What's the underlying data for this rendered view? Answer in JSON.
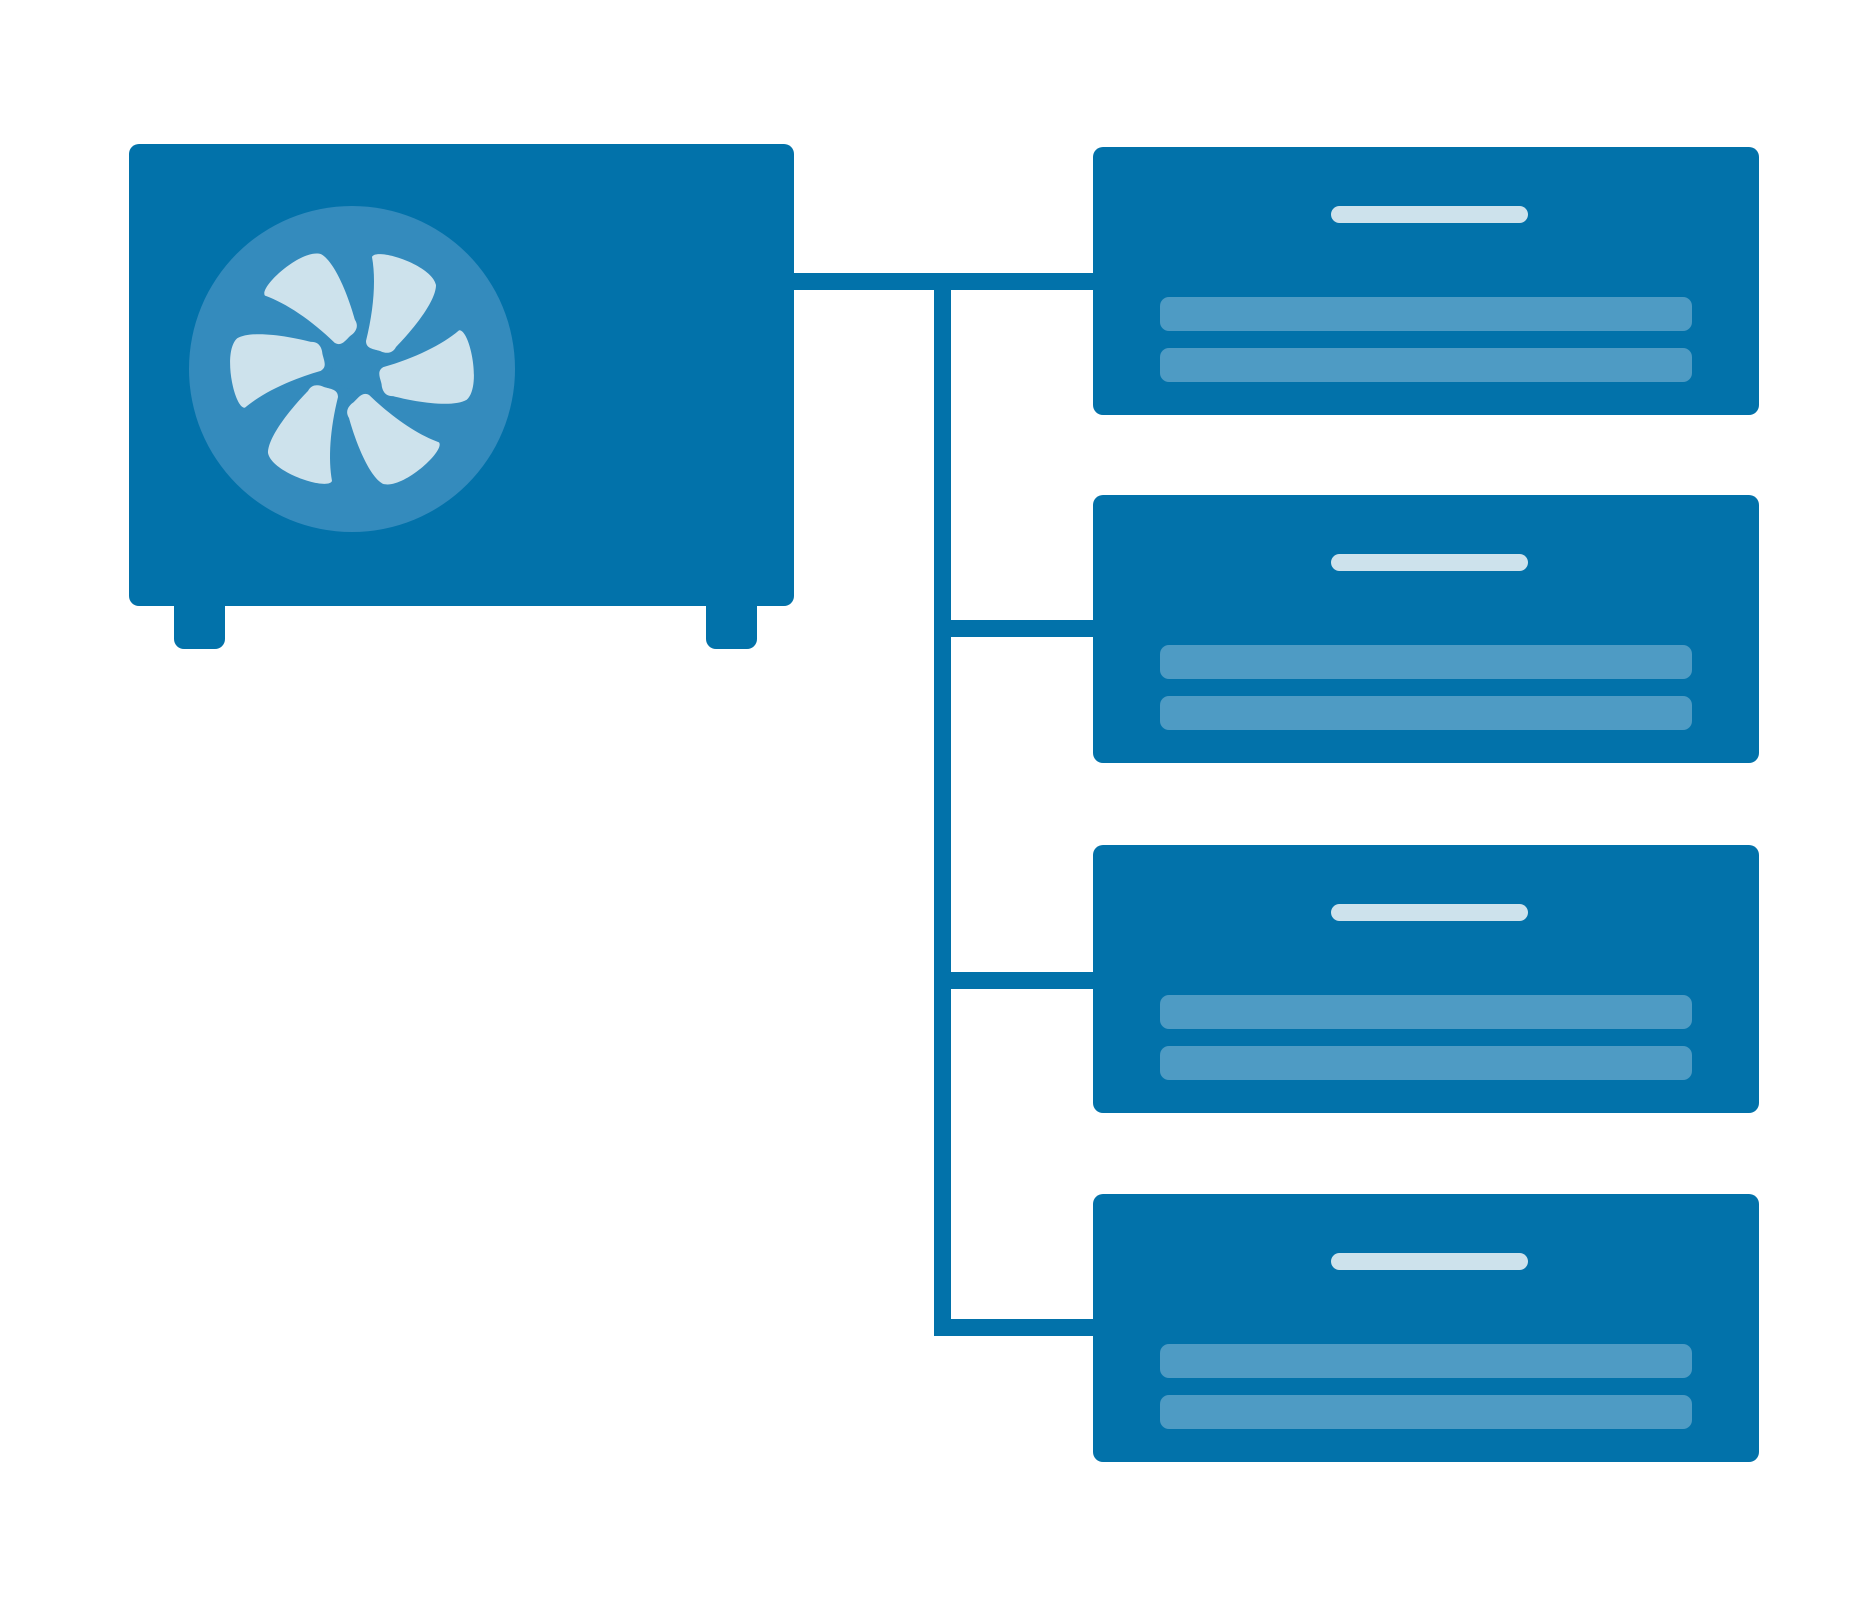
{
  "colors": {
    "unit": "#0272aa",
    "fan_ring": "#348bbd",
    "fan_blade": "#cde2ec",
    "panel_bar": "#4e9bc4",
    "panel_slot": "#cde2ec",
    "background": "#ffffff"
  },
  "outdoor_unit": {
    "fan_blades": 6
  },
  "indoor_units": [
    {
      "id": "indoor-unit-1"
    },
    {
      "id": "indoor-unit-2"
    },
    {
      "id": "indoor-unit-3"
    },
    {
      "id": "indoor-unit-4"
    }
  ]
}
